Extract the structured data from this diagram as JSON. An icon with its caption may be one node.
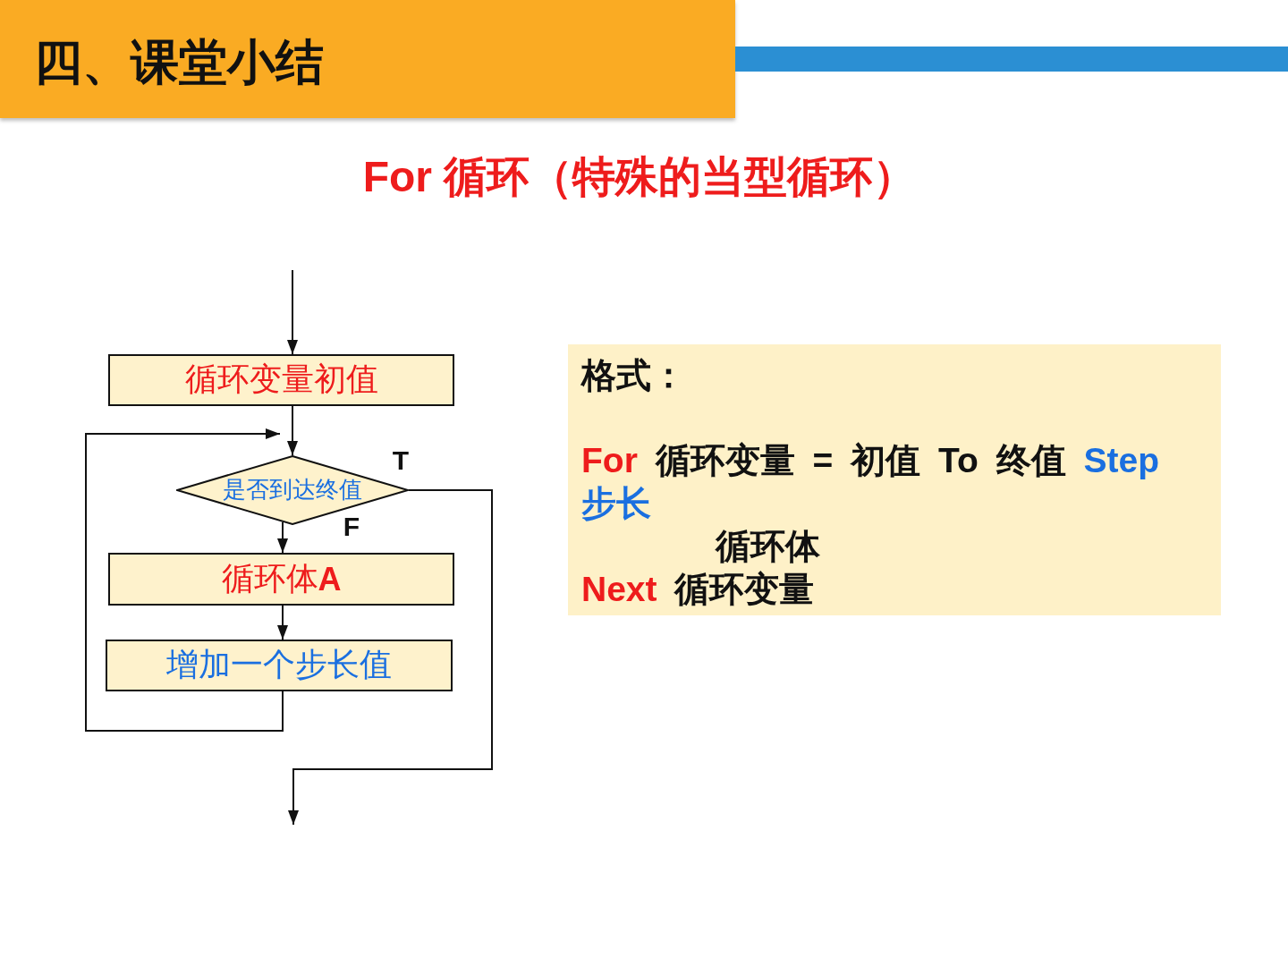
{
  "diagram": {
    "title": "四、课堂小结",
    "nodes": [
      {
        "text": [
          "循环变量初值"
        ]
      },
      {
        "text": [
          "是否到达终值"
        ]
      },
      {
        "text": [
          "循环体**A**"
        ]
      },
      {
        "text": [
          "增加一个步长值"
        ]
      },
      {
        "text": [
          "格式：",
          "For 循环变量 = 初值 To 终值 Step 步长",
          "循环体",
          "Next 循环变量"
        ]
      }
    ],
    "edges": [
      {
        "from": null,
        "to": 0,
        "arrow": "to"
      },
      {
        "from": 0,
        "to": 1,
        "arrow": "to"
      },
      {
        "from": 1,
        "to": 2,
        "arrow": "to",
        "label": "F"
      },
      {
        "from": 2,
        "to": 3,
        "arrow": "to"
      },
      {
        "from": 3,
        "to": 1,
        "arrow": "to"
      },
      {
        "from": 1,
        "to": null,
        "arrow": "to",
        "label": "T"
      }
    ],
    "labels": [
      "For 循环（特殊的当型循环）"
    ]
  }
}
